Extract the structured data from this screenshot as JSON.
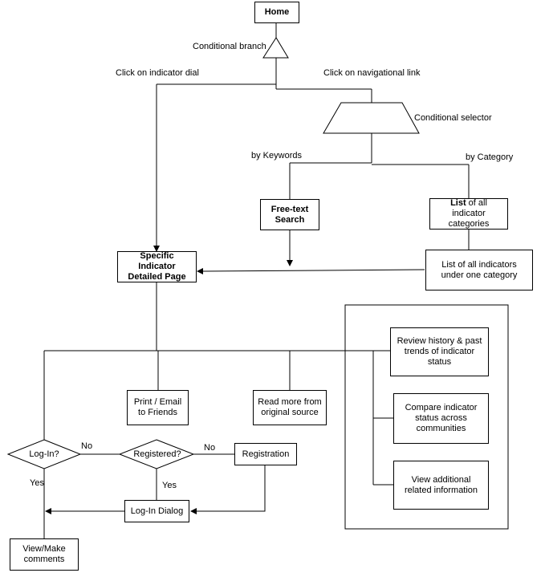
{
  "nodes": {
    "home": "Home",
    "free_text_search": "Free-text Search",
    "category_list_strong": "List",
    "category_list_rest": " of all indicator categories",
    "indicators_under_category": "List of all indicators under one category",
    "specific_indicator": "Specific Indicator Detailed Page",
    "review_history": "Review history & past trends of indicator status",
    "compare_status": "Compare indicator status across communities",
    "view_additional": "View additional related information",
    "print_email": "Print / Email to Friends",
    "read_more": "Read more from original source",
    "login_decision": "Log-In?",
    "registered_decision": "Registered?",
    "registration": "Registration",
    "login_dialog": "Log-In Dialog",
    "view_make_comments": "View/Make comments"
  },
  "labels": {
    "conditional_branch": "Conditional branch",
    "click_indicator_dial": "Click on indicator dial",
    "click_navigational_link": "Click on navigational link",
    "conditional_selector": "Conditional selector",
    "by_keywords": "by Keywords",
    "by_category": "by Category",
    "no_login": "No",
    "no_registered": "No",
    "yes_login": "Yes",
    "yes_registered": "Yes"
  }
}
